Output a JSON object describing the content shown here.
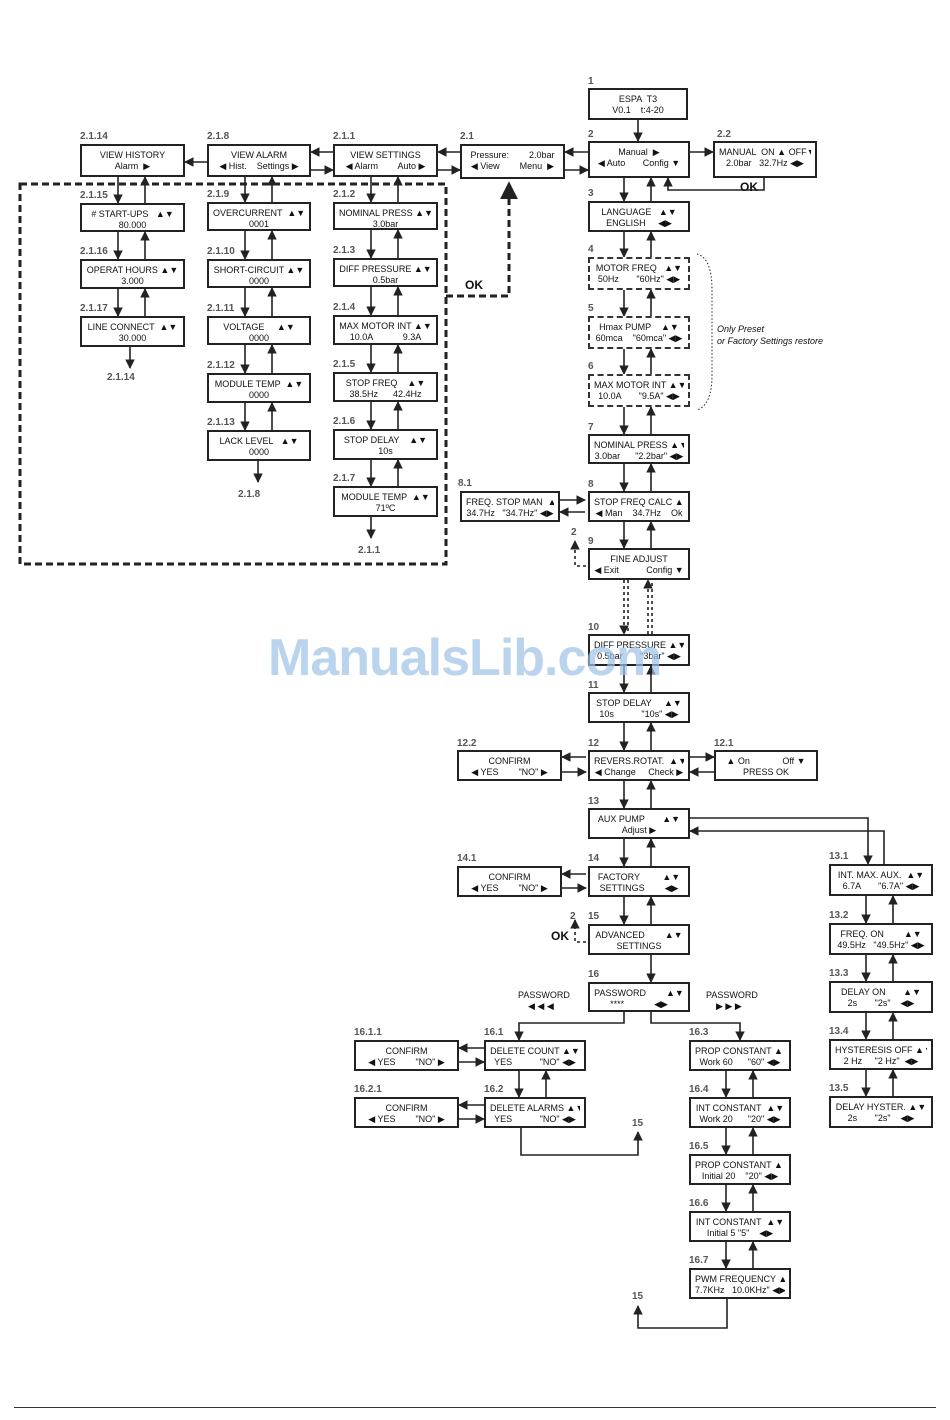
{
  "nodes": [
    {
      "id": "n1",
      "num": "1",
      "lines": [
        "ESPA  T3",
        "V0.1    t:4-20"
      ]
    },
    {
      "id": "n2",
      "num": "2",
      "lines": [
        "Manual  ▶",
        "◀ Auto       Config ▼"
      ]
    },
    {
      "id": "n2_1",
      "num": "2.1",
      "lines": [
        "Pressure:        2.0bar",
        "◀ View        Menu  ▶"
      ]
    },
    {
      "id": "n2_2",
      "num": "2.2",
      "lines": [
        "MANUAL  ON ▲ OFF▼",
        "2.0bar   32.7Hz ◀▶"
      ]
    },
    {
      "id": "n2_1_1",
      "num": "2.1.1",
      "lines": [
        "VIEW SETTINGS",
        "◀ Alarm        Auto ▶"
      ]
    },
    {
      "id": "n2_1_8",
      "num": "2.1.8",
      "lines": [
        "VIEW ALARM",
        "◀ Hist.    Settings ▶"
      ]
    },
    {
      "id": "n2_1_14",
      "num": "2.1.14",
      "lines": [
        "VIEW HISTORY",
        "Alarm  ▶"
      ]
    },
    {
      "id": "n2_1_15",
      "num": "2.1.15",
      "lines": [
        "# START-UPS   ▲▼",
        "80.000"
      ]
    },
    {
      "id": "n2_1_16",
      "num": "2.1.16",
      "lines": [
        "OPERAT HOURS ▲▼",
        "3.000"
      ]
    },
    {
      "id": "n2_1_17",
      "num": "2.1.17",
      "lines": [
        "LINE CONNECT  ▲▼",
        "30.000"
      ]
    },
    {
      "id": "n2_1_9",
      "num": "2.1.9",
      "lines": [
        "OVERCURRENT  ▲▼",
        "0001"
      ]
    },
    {
      "id": "n2_1_10",
      "num": "2.1.10",
      "lines": [
        "SHORT-CIRCUIT ▲▼",
        "0000"
      ]
    },
    {
      "id": "n2_1_11",
      "num": "2.1.11",
      "lines": [
        "VOLTAGE     ▲▼",
        "0000"
      ]
    },
    {
      "id": "n2_1_12",
      "num": "2.1.12",
      "lines": [
        "MODULE TEMP  ▲▼",
        "0000"
      ]
    },
    {
      "id": "n2_1_13",
      "num": "2.1.13",
      "lines": [
        "LACK LEVEL   ▲▼",
        "0000"
      ]
    },
    {
      "id": "n2_1_2",
      "num": "2.1.2",
      "lines": [
        "NOMINAL PRESS ▲▼",
        "3.0bar"
      ]
    },
    {
      "id": "n2_1_3",
      "num": "2.1.3",
      "lines": [
        "DIFF PRESSURE ▲▼",
        "0.5bar"
      ]
    },
    {
      "id": "n2_1_4",
      "num": "2.1.4",
      "lines": [
        "MAX MOTOR INT ▲▼",
        "10.0A            9.3A"
      ]
    },
    {
      "id": "n2_1_5",
      "num": "2.1.5",
      "lines": [
        "STOP FREQ    ▲▼",
        "38.5Hz      42.4Hz"
      ]
    },
    {
      "id": "n2_1_6",
      "num": "2.1.6",
      "lines": [
        "STOP DELAY    ▲▼",
        "10s"
      ]
    },
    {
      "id": "n2_1_7",
      "num": "2.1.7",
      "lines": [
        "MODULE TEMP  ▲▼",
        "71ºC"
      ]
    },
    {
      "id": "n3",
      "num": "3",
      "lines": [
        "LANGUAGE   ▲▼",
        "ENGLISH     ◀▶"
      ]
    },
    {
      "id": "n4",
      "num": "4",
      "lines": [
        "MOTOR FREQ   ▲▼",
        "50Hz       \"60Hz\" ◀▶"
      ]
    },
    {
      "id": "n5",
      "num": "5",
      "lines": [
        "Hmax PUMP    ▲▼",
        "60mca    \"60mca\" ◀▶"
      ]
    },
    {
      "id": "n6",
      "num": "6",
      "lines": [
        "MAX MOTOR INT ▲▼",
        "10.0A       \"9.5A\" ◀▶"
      ]
    },
    {
      "id": "n7",
      "num": "7",
      "lines": [
        "NOMINAL PRESS ▲▼",
        "3.0bar      \"2.2bar\" ◀▶"
      ]
    },
    {
      "id": "n8",
      "num": "8",
      "lines": [
        "STOP FREQ CALC ▲▼",
        "◀ Man    34.7Hz    Ok"
      ]
    },
    {
      "id": "n8_1",
      "num": "8.1",
      "lines": [
        "FREQ. STOP MAN  ▲",
        "34.7Hz   \"34.7Hz\" ◀▶"
      ]
    },
    {
      "id": "n9",
      "num": "9",
      "lines": [
        "FINE ADJUST",
        "◀ Exit           Config ▼"
      ]
    },
    {
      "id": "n10",
      "num": "10",
      "lines": [
        "DIFF PRESSURE ▲▼",
        "0.5bar       \"3bar\" ◀▶"
      ]
    },
    {
      "id": "n11",
      "num": "11",
      "lines": [
        "STOP DELAY     ▲▼",
        "10s           \"10s\" ◀▶"
      ]
    },
    {
      "id": "n12",
      "num": "12",
      "lines": [
        "REVERS.ROTAT.  ▲▼",
        "◀ Change     Check ▶"
      ]
    },
    {
      "id": "n12_1",
      "num": "12.1",
      "lines": [
        "▲ On             Off ▼",
        "PRESS OK"
      ]
    },
    {
      "id": "n12_2",
      "num": "12.2",
      "lines": [
        "CONFIRM",
        "◀ YES        \"NO\" ▶"
      ]
    },
    {
      "id": "n13",
      "num": "13",
      "lines": [
        "AUX PUMP       ▲▼",
        "Adjust ▶"
      ]
    },
    {
      "id": "n13_1",
      "num": "13.1",
      "lines": [
        "INT. MAX. AUX.  ▲▼",
        "6.7A       \"6.7A\" ◀▶"
      ]
    },
    {
      "id": "n13_2",
      "num": "13.2",
      "lines": [
        "FREQ. ON        ▲▼",
        "49.5Hz   \"49.5Hz\" ◀▶"
      ]
    },
    {
      "id": "n13_3",
      "num": "13.3",
      "lines": [
        "DELAY ON       ▲▼",
        "2s       \"2s\"    ◀▶"
      ]
    },
    {
      "id": "n13_4",
      "num": "13.4",
      "lines": [
        "HYSTERESIS OFF ▲▼",
        "2 Hz     \"2 Hz\"  ◀▶"
      ]
    },
    {
      "id": "n13_5",
      "num": "13.5",
      "lines": [
        "DELAY HYSTER. ▲▼",
        "2s       \"2s\"    ◀▶"
      ]
    },
    {
      "id": "n14",
      "num": "14",
      "lines": [
        "FACTORY         ▲▼",
        "SETTINGS        ◀▶"
      ]
    },
    {
      "id": "n14_1",
      "num": "14.1",
      "lines": [
        "CONFIRM",
        "◀ YES        \"NO\" ▶"
      ]
    },
    {
      "id": "n15",
      "num": "15",
      "lines": [
        "ADVANCED        ▲▼",
        "SETTINGS"
      ]
    },
    {
      "id": "n16",
      "num": "16",
      "lines": [
        "PASSWORD        ▲▼",
        "****            ◀▶"
      ]
    },
    {
      "id": "n16_1",
      "num": "16.1",
      "lines": [
        "DELETE COUNT ▲▼",
        "YES           \"NO\" ◀▶"
      ]
    },
    {
      "id": "n16_1_1",
      "num": "16.1.1",
      "lines": [
        "CONFIRM",
        "◀ YES        \"NO\" ▶"
      ]
    },
    {
      "id": "n16_2",
      "num": "16.2",
      "lines": [
        "DELETE ALARMS ▲▼",
        "YES           \"NO\" ◀▶"
      ]
    },
    {
      "id": "n16_2_1",
      "num": "16.2.1",
      "lines": [
        "CONFIRM",
        "◀ YES        \"NO\" ▶"
      ]
    },
    {
      "id": "n16_3",
      "num": "16.3",
      "lines": [
        "PROP CONSTANT ▲▼",
        "Work 60      \"60\" ◀▶"
      ]
    },
    {
      "id": "n16_4",
      "num": "16.4",
      "lines": [
        "INT CONSTANT  ▲▼",
        "Work 20      \"20\" ◀▶"
      ]
    },
    {
      "id": "n16_5",
      "num": "16.5",
      "lines": [
        "PROP CONSTANT ▲▼",
        "Initial 20    \"20\" ◀▶"
      ]
    },
    {
      "id": "n16_6",
      "num": "16.6",
      "lines": [
        "INT CONSTANT  ▲▼",
        "Initial 5 \"5\"    ◀▶"
      ]
    },
    {
      "id": "n16_7",
      "num": "16.7",
      "lines": [
        "PWM FREQUENCY ▲▼",
        "7.7KHz   10.0KHz\" ◀▶"
      ]
    }
  ],
  "end_labels": {
    "ref_2_1_14": "2.1.14",
    "ref_2_1_8": "2.1.8",
    "ref_2_1_1": "2.1.1",
    "ref_15_a": "15",
    "ref_15_b": "15",
    "ref_2_a": "2",
    "ref_2_b": "2"
  },
  "annotations": {
    "ok_2_2": "OK",
    "ok_2_1": "OK",
    "ok_15": "OK",
    "preset_note_1": "Only Preset",
    "preset_note_2": "or Factory Settings restore",
    "password_left": "PASSWORD",
    "password_left_arrows": "◀ ◀ ◀",
    "password_right": "PASSWORD",
    "password_right_arrows": "▶ ▶ ▶"
  },
  "watermark": "ManualsLib.com"
}
